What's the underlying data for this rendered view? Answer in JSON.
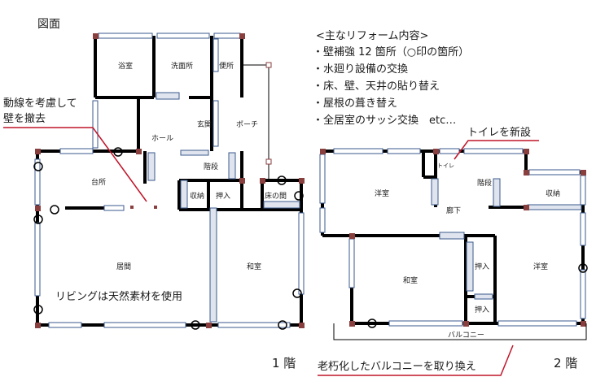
{
  "title": "図面",
  "reform": {
    "heading": "<主なリフォーム内容>",
    "items": [
      "・壁補強 12 箇所（○印の箇所）",
      "・水廻り設備の交換",
      "・床、壁、天井の貼り替え",
      "・屋根の葺き替え",
      "・全居室のサッシ交換　etc…"
    ]
  },
  "floor1": {
    "label": "1 階",
    "rooms": {
      "bath": "浴室",
      "washroom": "洗面所",
      "toilet": "便所",
      "hall": "ホール",
      "entrance": "玄関",
      "porch": "ポーチ",
      "kitchen": "台所",
      "stairs": "階段",
      "storage": "収納",
      "closet": "押入",
      "tokonoma": "床の間",
      "living": "居間",
      "washitsu": "和室"
    },
    "notes": {
      "wall_removed_line1": "動線を考慮して",
      "wall_removed_line2": "壁を撤去",
      "living_material": "リビングは天然素材を使用"
    }
  },
  "floor2": {
    "label": "2 階",
    "rooms": {
      "western_a": "洋室",
      "toilet": "トイレ",
      "stairs": "階段",
      "hallway": "廊下",
      "storage": "収納",
      "washitsu": "和室",
      "closet_a": "押入",
      "closet_b": "押入",
      "western_b": "洋室",
      "balcony": "バルコニー"
    },
    "notes": {
      "new_toilet": "トイレを新設",
      "balcony_replace": "老朽化したバルコニーを取り換え"
    }
  },
  "colors": {
    "wall": "#000000",
    "window": "#3b5a8c",
    "window_fill": "#ffffff",
    "callout": "#c0152a",
    "column": "#8a3f3f"
  }
}
